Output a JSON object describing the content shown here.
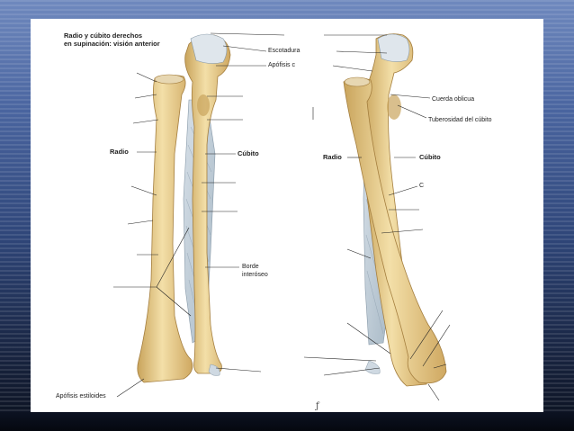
{
  "slide": {
    "title_line1": "Radio y cúbito derechos",
    "title_line2": "en supinación: visión anterior",
    "labels": {
      "escotadura": "Escotadura",
      "apofisis_c": "Apófisis c",
      "radio_left": "Radio",
      "cubito_left": "Cúbito",
      "borde_line1": "Borde",
      "borde_line2": "interóseo",
      "apofisis_estiloides": "Apófisis estiloides",
      "cuerda_oblicua": "Cuerda oblicua",
      "tuberosidad": "Tuberosidad del cúbito",
      "radio_right": "Radio",
      "cubito_right": "Cúbito",
      "c_mark": "C"
    },
    "mark": "ƒ"
  },
  "colors": {
    "bone": "#e9cf93",
    "bone_shade": "#c9a45c",
    "membrane": "#c7d3dc",
    "background_blue": "#2f4679"
  }
}
